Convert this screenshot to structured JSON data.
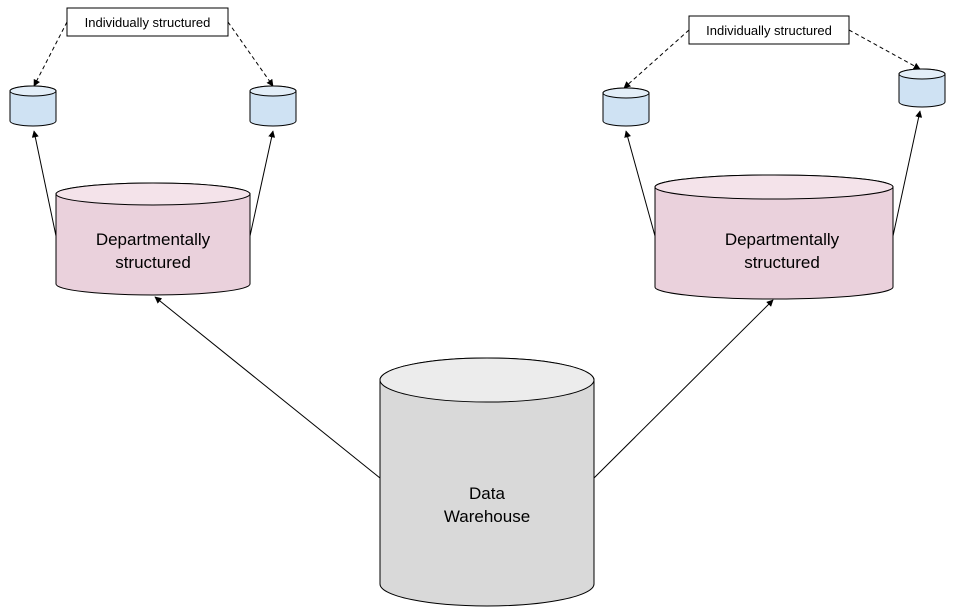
{
  "nodes": {
    "warehouse": {
      "lines": [
        "Data",
        "Warehouse"
      ]
    },
    "dept_left": {
      "lines": [
        "Departmentally",
        "structured"
      ]
    },
    "dept_right": {
      "lines": [
        "Departmentally",
        "structured"
      ]
    },
    "indiv_left": {
      "label": "Individually structured"
    },
    "indiv_right": {
      "label": "Individually structured"
    }
  },
  "colors": {
    "warehouse_fill": "#d9d9d9",
    "warehouse_top": "#ececec",
    "dept_fill": "#ead1dc",
    "dept_top": "#f4e3ea",
    "small_db_fill": "#cfe2f3",
    "small_db_top": "#e3eef8",
    "stroke": "#000000"
  }
}
